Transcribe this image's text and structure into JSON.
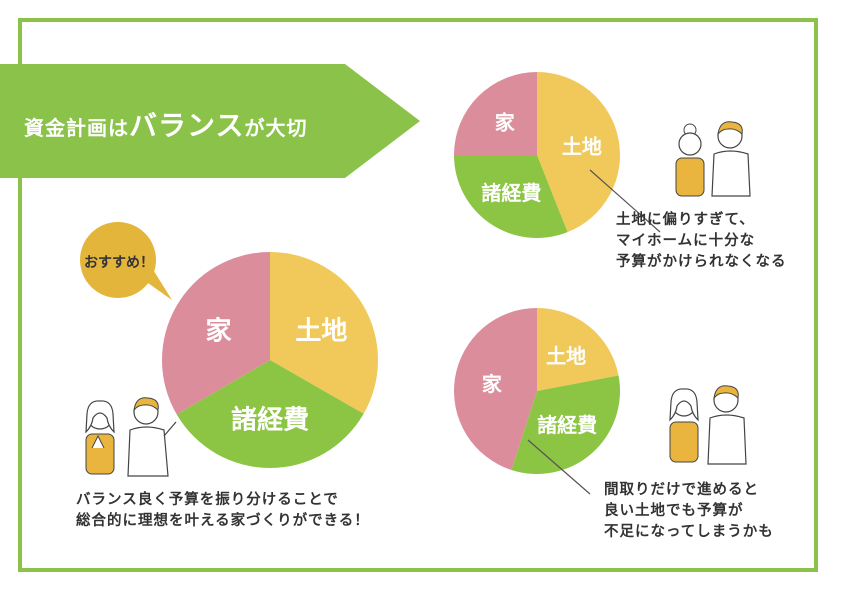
{
  "title": {
    "part1": "資金計画は",
    "emphasis": "バランス",
    "part2": "が大切"
  },
  "badge": "おすすめ！",
  "pies": {
    "main": {
      "slices": [
        {
          "label": "土地",
          "value": 33.3,
          "color": "#f0c95a"
        },
        {
          "label": "諸経費",
          "value": 33.3,
          "color": "#8cc443"
        },
        {
          "label": "家",
          "value": 33.4,
          "color": "#dc8d9c"
        }
      ],
      "caption": [
        "バランス良く予算を振り分けることで",
        "総合的に理想を叶える家づくりができる！"
      ]
    },
    "top": {
      "slices": [
        {
          "label": "土地",
          "value": 44,
          "color": "#f0c95a"
        },
        {
          "label": "諸経費",
          "value": 31,
          "color": "#8cc443"
        },
        {
          "label": "家",
          "value": 25,
          "color": "#dc8d9c"
        }
      ],
      "caption": [
        "土地に偏りすぎて、",
        "マイホームに十分な",
        "予算がかけられなくなる"
      ]
    },
    "bottom": {
      "slices": [
        {
          "label": "土地",
          "value": 22,
          "color": "#f0c95a"
        },
        {
          "label": "諸経費",
          "value": 33,
          "color": "#8cc443"
        },
        {
          "label": "家",
          "value": 45,
          "color": "#dc8d9c"
        }
      ],
      "caption": [
        "間取りだけで進めると",
        "良い土地でも予算が",
        "不足になってしまうかも"
      ]
    }
  },
  "colors": {
    "accent": "#8bc34a",
    "badge": "#e3b53a"
  }
}
